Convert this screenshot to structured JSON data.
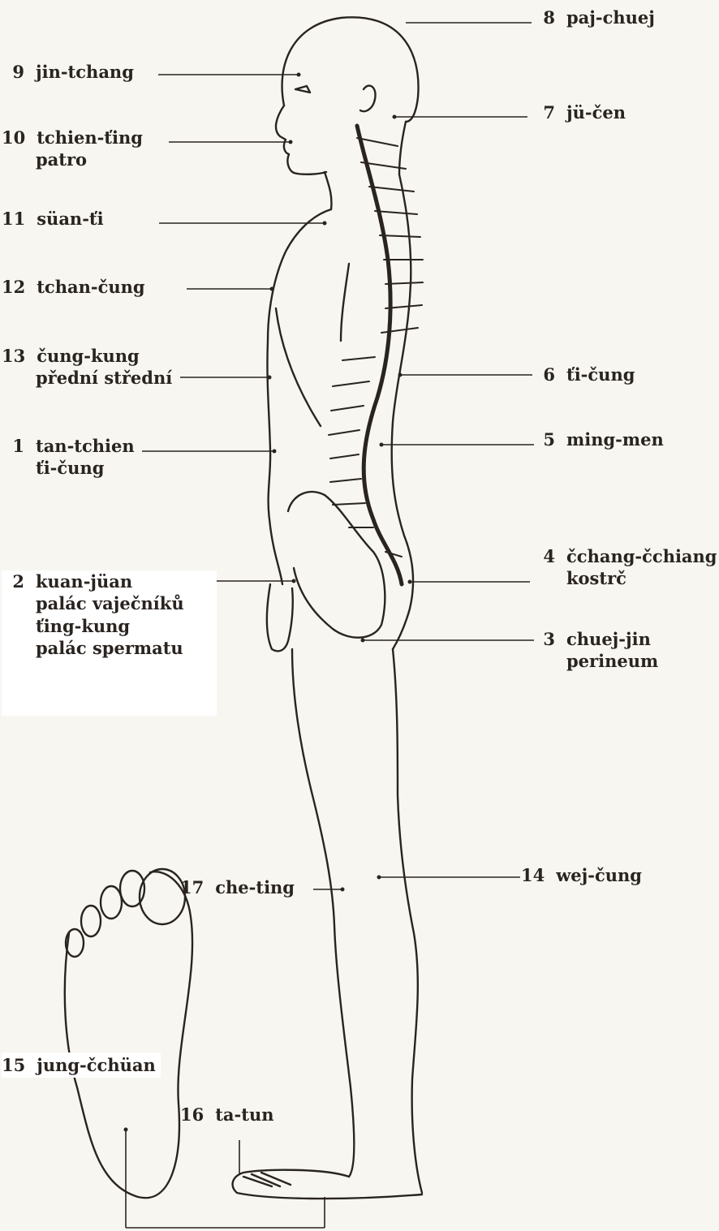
{
  "points": [
    {
      "id": "p8",
      "num": "8",
      "name": "paj-chuej"
    },
    {
      "id": "p9",
      "num": "9",
      "name": "jin-tchang"
    },
    {
      "id": "p7",
      "num": "7",
      "name": "jü-čen"
    },
    {
      "id": "p10",
      "num": "10",
      "name": "tchien-ťing",
      "sub": [
        "patro"
      ]
    },
    {
      "id": "p11",
      "num": "11",
      "name": "süan-ťi"
    },
    {
      "id": "p12",
      "num": "12",
      "name": "tchan-čung"
    },
    {
      "id": "p13",
      "num": "13",
      "name": "čung-kung",
      "sub": [
        "přední střední"
      ]
    },
    {
      "id": "p6",
      "num": "6",
      "name": "ťi-čung"
    },
    {
      "id": "p1",
      "num": "1",
      "name": "tan-tchien",
      "sub": [
        "ťi-čung"
      ]
    },
    {
      "id": "p5",
      "num": "5",
      "name": "ming-men"
    },
    {
      "id": "p4",
      "num": "4",
      "name": "čchang-čchiang",
      "sub": [
        "kostrč"
      ]
    },
    {
      "id": "p2",
      "num": "2",
      "name": "kuan-jüan",
      "sub": [
        "palác vaječníků",
        "ťing-kung",
        "palác spermatu"
      ]
    },
    {
      "id": "p3",
      "num": "3",
      "name": "chuej-jin",
      "sub": [
        "perineum"
      ]
    },
    {
      "id": "p14",
      "num": "14",
      "name": "wej-čung"
    },
    {
      "id": "p17",
      "num": "17",
      "name": "che-ting"
    },
    {
      "id": "p15",
      "num": "15",
      "name": "jung-čchüan"
    },
    {
      "id": "p16",
      "num": "16",
      "name": "ta-tun"
    }
  ],
  "colors": {
    "ink": "#2a2420",
    "paper": "#f7f6f0"
  }
}
